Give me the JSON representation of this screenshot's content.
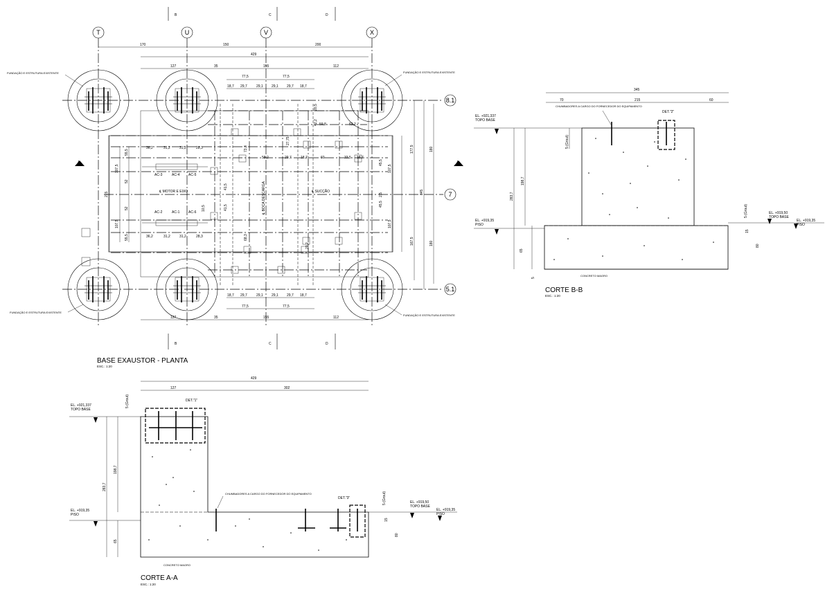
{
  "grid": {
    "columns": [
      "T",
      "U",
      "V",
      "X"
    ],
    "rows": [
      "8.1",
      "7",
      "5.1"
    ],
    "section_marks": [
      "B",
      "C",
      "D"
    ],
    "cut_mark": "A"
  },
  "plan": {
    "title": "BASE EXAUSTOR - PLANTA",
    "scale": "ESC.: 1:20",
    "top_dims": [
      "170",
      "150",
      "200"
    ],
    "overall_dim": "429",
    "sub_dims_top": [
      "127",
      "35",
      "155",
      "112"
    ],
    "sub_dims_bottom": [
      "127",
      "35",
      "155",
      "112"
    ],
    "half_dims": [
      "77,5",
      "77,5"
    ],
    "small_dims": [
      "18,7",
      "29,7",
      "29,1",
      "29,1",
      "29,7",
      "18,7"
    ],
    "left_dims": [
      "36,2",
      "31,2",
      "31,2",
      "28,3"
    ],
    "left_dims_bottom": [
      "36,2",
      "31,2",
      "31,2",
      "28,3"
    ],
    "ac_labels_top": [
      "AC-3",
      "AC-4",
      "AC-5"
    ],
    "ac_labels_bottom": [
      "AC-2",
      "AC-1",
      "AC-6"
    ],
    "center_labels": [
      "℄ MOTOR E EIXO",
      "℄ BOCA DESCARGA",
      "℄ SUCÇÃO"
    ],
    "side_dims_left": [
      "215",
      "107,5",
      "107,5",
      "52",
      "52",
      "55,5",
      "55,5"
    ],
    "side_dims_right": [
      "177,5",
      "167,5",
      "345",
      "180",
      "180",
      "107,5",
      "107,5"
    ],
    "inner_dims": [
      "41,5",
      "41,5",
      "73,3",
      "58,2",
      "68,3",
      "27,75",
      "60",
      "33,5",
      "18,7",
      "29,7",
      "18,7",
      "59,8",
      "52,2",
      "42,2",
      "23,2",
      "20,5",
      "10,5",
      "45,5",
      "45,5",
      "2,5"
    ],
    "foundation_notes": [
      "FUNDAÇÃO E ESTRUTURA EXISTENTE",
      "FUNDAÇÃO E ESTRUTURA EXISTENTE",
      "FUNDAÇÃO E ESTRUTURA EXISTENTE",
      "FUNDAÇÃO E ESTRUTURA EXISTENTE"
    ]
  },
  "section_bb": {
    "title": "CORTE B-B",
    "scale": "ESC.: 1:20",
    "overall_dim": "345",
    "dims": [
      "70",
      "215",
      "60"
    ],
    "detail": "DET.\"2\"",
    "note": "CHUMBADORES A CARGO DO FORNECEDOR DO EQUIPAMENTO",
    "el_top": "EL. +921,337",
    "el_top_label": "TOPO BASE",
    "el_piso": "EL. +919,35",
    "el_piso_label": "PISO",
    "el_right_top": "EL. +919,50",
    "el_right_top_label": "TOPO BASE",
    "el_right_piso": "EL. +919,35",
    "el_right_piso_label": "PISO",
    "vert_dims": [
      "198,7",
      "283,7",
      "65",
      "5",
      "5 (Grout)",
      "15",
      "80",
      "5 (Grout)"
    ],
    "bottom_note": "CONCRETO MAGRO"
  },
  "section_aa": {
    "title": "CORTE A-A",
    "scale": "ESC.: 1:20",
    "overall_dim": "429",
    "dims": [
      "127",
      "302"
    ],
    "detail1": "DET.\"1\"",
    "detail3": "DET.\"3\"",
    "note": "CHUMBADORES A CARGO DO FORNECEDOR DO EQUIPAMENTO",
    "el_top": "EL. +921,337",
    "el_top_label": "TOPO BASE",
    "el_piso": "EL. +919,35",
    "el_piso_label": "PISO",
    "el_right_top": "EL. +919,50",
    "el_right_top_label": "TOPO BASE",
    "el_right_piso": "EL. +919,35",
    "el_right_piso_label": "PISO",
    "vert_dims": [
      "198,7",
      "283,7",
      "65",
      "5 (Grout)",
      "5 (Grout)",
      "15",
      "80"
    ],
    "bottom_note": "CONCRETO MAGRO"
  }
}
